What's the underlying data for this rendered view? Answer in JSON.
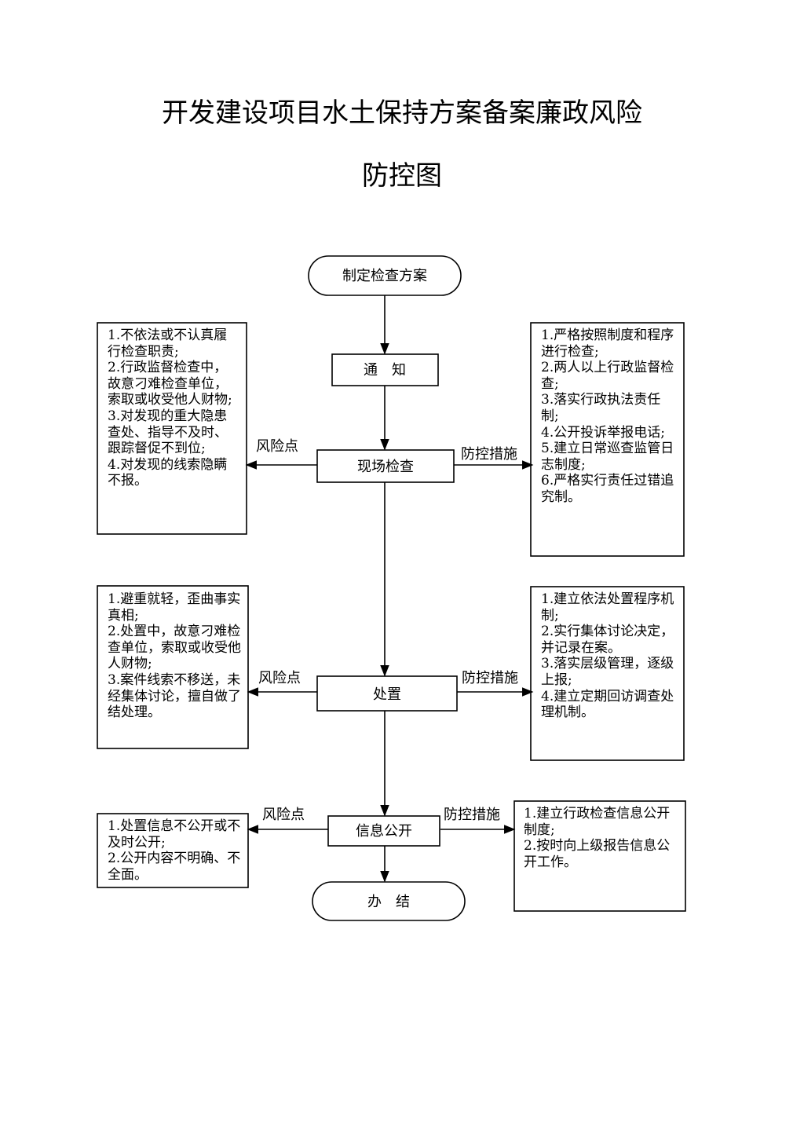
{
  "title": {
    "line1": "开发建设项目水土保持方案备案廉政风险",
    "line2": "防控图"
  },
  "flow": {
    "start": "制定检查方案",
    "notify": "通　知",
    "inspect": "现场检查",
    "handle": "处置",
    "publish": "信息公开",
    "end": "办　结"
  },
  "edges": {
    "risk": "风险点",
    "control": "防控措施"
  },
  "inspect": {
    "risks": "1.不依法或不认真履行检查职责;\n2.行政监督检查中，故意刁难检查单位，索取或收受他人财物;\n3.对发现的重大隐患查处、指导不及时、跟踪督促不到位;\n4.对发现的线索隐瞒不报。",
    "controls": "1.严格按照制度和程序进行检查;\n2.两人以上行政监督检查;\n3.落实行政执法责任制;\n4.公开投诉举报电话;\n5.建立日常巡查监管日志制度;\n6.严格实行责任过错追究制。"
  },
  "handle": {
    "risks": "1.避重就轻，歪曲事实真相;\n2.处置中，故意刁难检查单位，索取或收受他人财物;\n3.案件线索不移送，未经集体讨论，擅自做了结处理。",
    "controls": "1.建立依法处置程序机制;\n2.实行集体讨论决定，并记录在案。\n3.落实层级管理，逐级上报;\n4.建立定期回访调查处理机制。"
  },
  "publish": {
    "risks": "1.处置信息不公开或不及时公开;\n2.公开内容不明确、不全面。",
    "controls": "1.建立行政检查信息公开制度;\n2.按时向上级报告信息公开工作。"
  }
}
